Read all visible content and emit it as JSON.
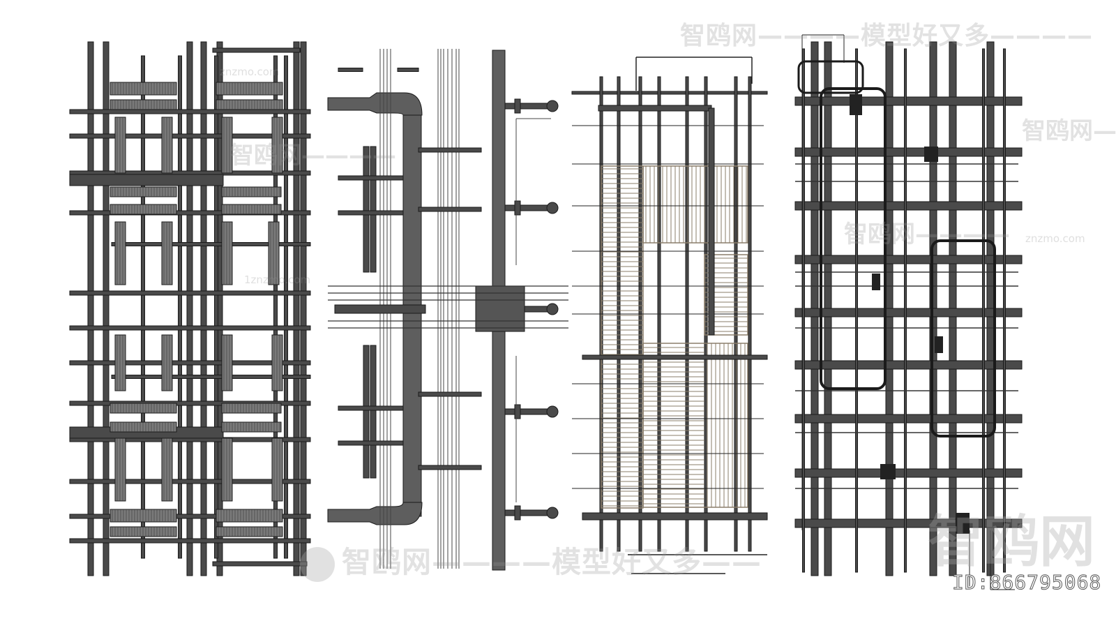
{
  "watermarks": {
    "top": "智鸥网————模型好又多————",
    "bottom": "智鸥网————模型好又多——",
    "big": "智鸥网",
    "mid_left": "智鸥网————",
    "mid_right": "智鸥网————",
    "right_edge": "智鸥网——",
    "small_1": "znzmo.com",
    "small_2": "1znzmo.com",
    "small_3": "znzmo.com"
  },
  "id_label": "ID:866795068",
  "colors": {
    "pipe_dark": "#4a4a4a",
    "pipe_outline": "#1a1a1a",
    "duct_fill": "#5e5e5e",
    "grid_fill": "#7a7a7a",
    "tray_line": "#8a7d6a",
    "background": "#ffffff"
  }
}
